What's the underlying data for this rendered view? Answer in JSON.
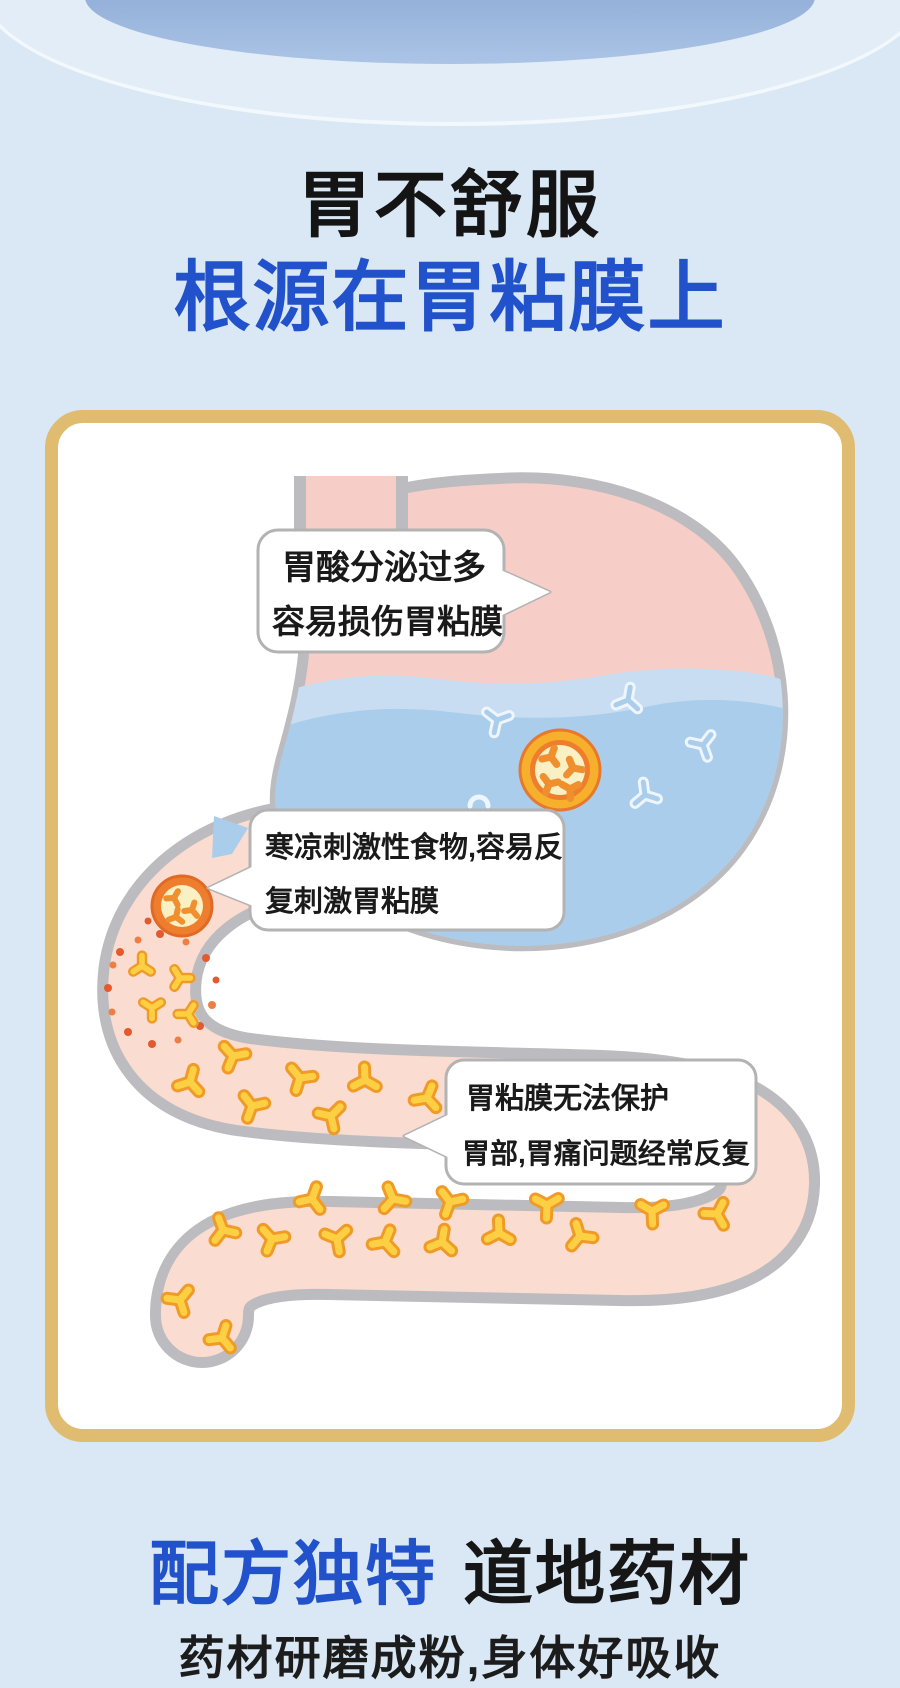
{
  "page": {
    "background_color": "#d9e8f4",
    "accent_blue": "#2151cb",
    "card_border_gold": "#e0bc70"
  },
  "hero": {
    "title_black": "胃不舒服",
    "title_blue": "根源在胃粘膜上"
  },
  "diagram": {
    "bubble_acid_line1": "胃酸分泌过多",
    "bubble_acid_line2": "容易损伤胃粘膜",
    "bubble_food_line1": "寒凉刺激性食物,容易反",
    "bubble_food_line2": "复刺激胃粘膜",
    "bubble_mucosa_line1": "胃粘膜无法保护",
    "bubble_mucosa_line2": "胃部,胃痛问题经常反复",
    "colors": {
      "stomach_pink": "#f6cec7",
      "intestine_pink": "#fadcd0",
      "liquid_blue": "#a9cdea",
      "liquid_light_blue": "#c8ddf1",
      "outline_gray": "#bcbcc0",
      "badge_gold": "#f6b02c",
      "badge_orange": "#ee7e2e",
      "badge_cream": "#f9f0c4",
      "particle_yellow": "#fdd044",
      "particle_outline": "#f09b28",
      "irritant_dot_red": "#e25a2e"
    }
  },
  "footer": {
    "headline_blue": "配方独特",
    "headline_black": "道地药材",
    "subline": "药材研磨成粉,身体好吸收"
  }
}
